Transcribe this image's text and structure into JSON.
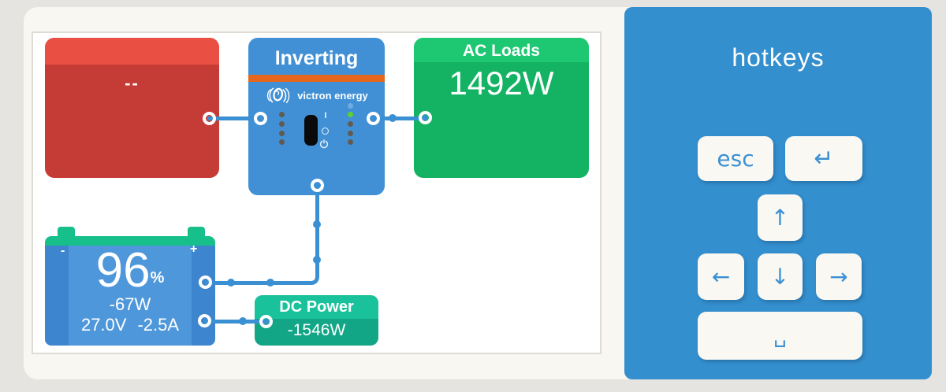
{
  "overview": {
    "ac_input": {
      "value": "--"
    },
    "inverter": {
      "title": "Inverting",
      "brand": "victron energy",
      "switch_marker_on": "I"
    },
    "ac_loads": {
      "title": "AC Loads",
      "power": "1492W"
    },
    "battery": {
      "terminal_negative": "-",
      "terminal_positive": "+",
      "soc": "96",
      "soc_unit": "%",
      "power": "-67W",
      "voltage": "27.0V",
      "current": "-2.5A"
    },
    "dc_power": {
      "title": "DC Power",
      "power": "-1546W"
    }
  },
  "hotkeys": {
    "title": "hotkeys",
    "keys": [
      {
        "name": "esc",
        "label": "esc"
      },
      {
        "name": "enter",
        "label": "↵"
      },
      {
        "name": "up",
        "label": "↑"
      },
      {
        "name": "left",
        "label": "←"
      },
      {
        "name": "down",
        "label": "↓"
      },
      {
        "name": "right",
        "label": "→"
      },
      {
        "name": "space",
        "label": "␣"
      }
    ]
  },
  "colors": {
    "page_background": "#e6e4e0",
    "panel_background": "#f9f7f1",
    "canvas_background": "#ffffff",
    "hotkeys_panel": "#348fce",
    "key_background": "#faf8f2",
    "key_text": "#3b91d4",
    "wire": "#3b90d3",
    "ac_input_header": "#e94f43",
    "ac_input_body": "#c53c36",
    "inverter_body": "#4190d5",
    "inverter_stripe": "#e5661c",
    "led_green": "#5cd22e",
    "led_off": "#625a50",
    "ac_loads_header": "#1ec873",
    "ac_loads_body": "#14b263",
    "battery_cap": "#17bf8b",
    "battery_body": "#3d86cf",
    "battery_center": "#4e97da",
    "dc_header": "#19c29b",
    "dc_body": "#12a687"
  }
}
